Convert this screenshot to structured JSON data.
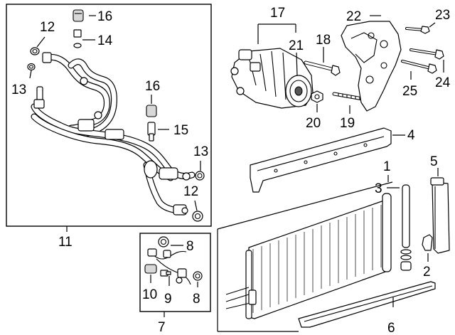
{
  "callouts": {
    "c1": "1",
    "c2": "2",
    "c3": "3",
    "c4": "4",
    "c5": "5",
    "c6": "6",
    "c7": "7",
    "c8a": "8",
    "c8b": "8",
    "c9": "9",
    "c10": "10",
    "c11": "11",
    "c12a": "12",
    "c12b": "12",
    "c13a": "13",
    "c13b": "13",
    "c14": "14",
    "c15": "15",
    "c16a": "16",
    "c16b": "16",
    "c17": "17",
    "c18": "18",
    "c19": "19",
    "c20": "20",
    "c21": "21",
    "c22": "22",
    "c23": "23",
    "c24": "24",
    "c25": "25"
  },
  "groups": {
    "hose_assembly_box_label": "11",
    "sensor_kit_box_label": "7"
  }
}
